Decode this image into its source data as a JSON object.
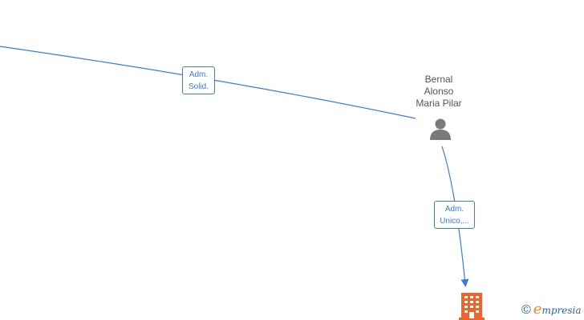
{
  "colors": {
    "edge": "#3a7bd5",
    "person_icon": "#7a7a7a",
    "company_icon": "#f0642a",
    "text": "#555555",
    "brand": "#2a5fa8",
    "brand_accent": "#f08a24"
  },
  "nodes": {
    "person": {
      "name_lines": [
        "Bernal",
        "Alonso",
        "Maria Pilar"
      ],
      "icon": "person-icon"
    },
    "company": {
      "icon": "building-icon"
    }
  },
  "edges": [
    {
      "from": "offscreen-left",
      "to": "person",
      "label_lines": [
        "Adm.",
        "Solid."
      ]
    },
    {
      "from": "person",
      "to": "company",
      "label_lines": [
        "Adm.",
        "Unico,..."
      ]
    }
  ],
  "footer": {
    "copyright_symbol": "©",
    "brand_initial": "e",
    "brand_rest": "mpresia"
  }
}
